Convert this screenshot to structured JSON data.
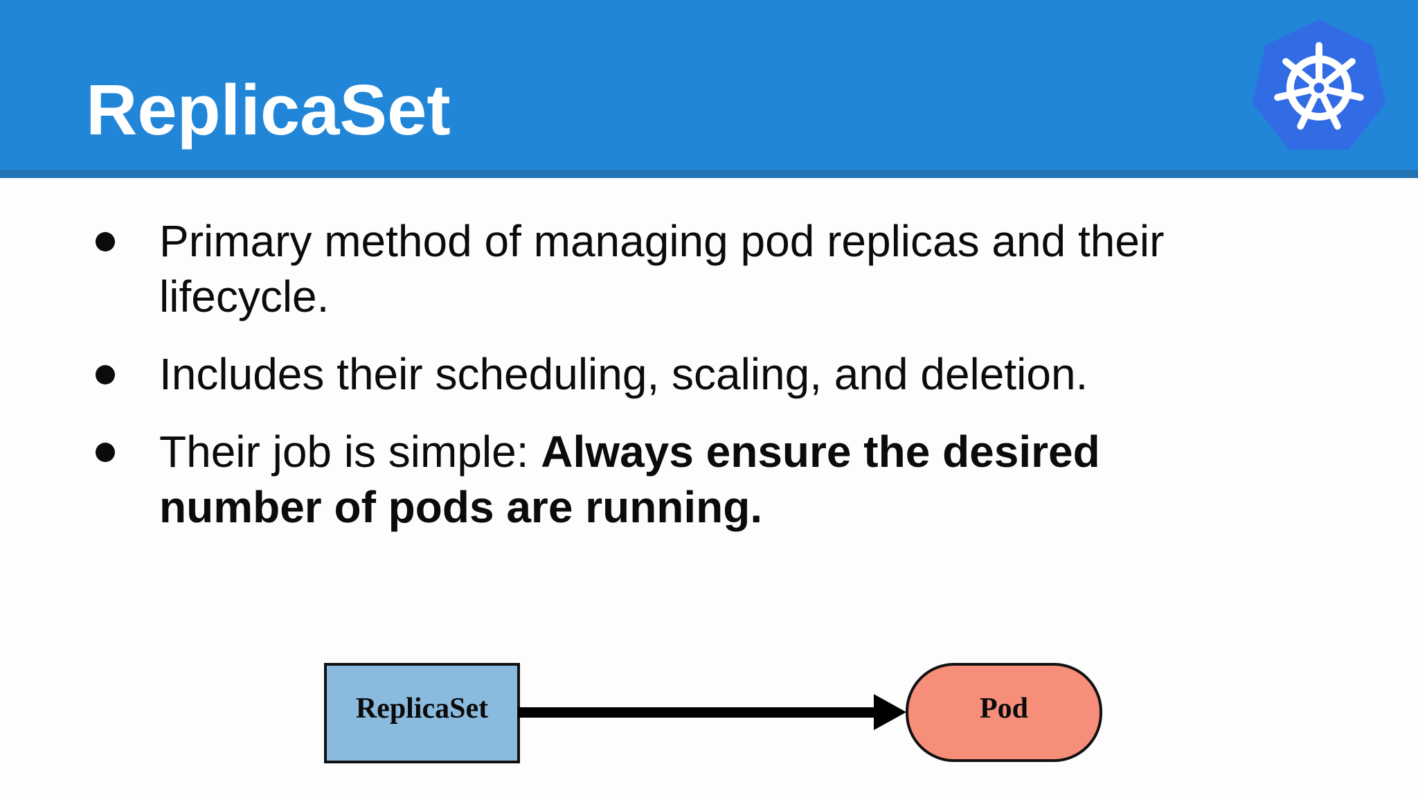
{
  "header": {
    "title": "ReplicaSet",
    "logo": "kubernetes-helm-wheel",
    "colors": {
      "background": "#2286d8",
      "accent_strip": "#2173b4",
      "logo_heptagon": "#326ce5",
      "title_text": "#ffffff"
    }
  },
  "bullets": [
    {
      "marker": "filled-circle",
      "lines": [
        "Primary method of managing pod replicas and their",
        "lifecycle."
      ]
    },
    {
      "marker": "filled-circle",
      "lines": [
        "Includes their scheduling, scaling, and deletion."
      ]
    },
    {
      "marker": "filled-circle",
      "prefix": "Their job is simple: ",
      "bold_lines": [
        "Always ensure the desired",
        "number of pods are running."
      ]
    }
  ],
  "diagram": {
    "nodes": [
      {
        "id": "replicaset",
        "label": "ReplicaSet",
        "shape": "rectangle",
        "fill": "#8abade",
        "border": "#111111"
      },
      {
        "id": "pod",
        "label": "Pod",
        "shape": "rounded-pill",
        "fill": "#f68e79",
        "border": "#111111"
      }
    ],
    "edge": {
      "from": "replicaset",
      "to": "pod",
      "style": "thick-arrow",
      "color": "#000000"
    }
  }
}
